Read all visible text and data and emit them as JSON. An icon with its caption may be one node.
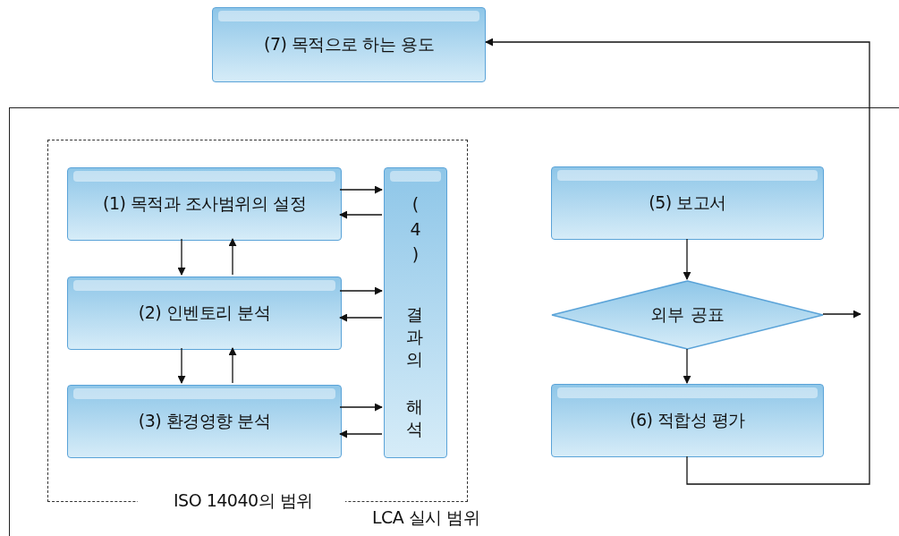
{
  "diagram": {
    "nodes": [
      {
        "text": [
          "LCA 실시 범위"
        ]
      },
      {
        "text": [
          "(7) 목적으로 하는 용도"
        ]
      },
      {
        "text": [
          "ISO 14040의 범위"
        ],
        "in": 0
      },
      {
        "text": [
          "(1) 목적과 조사범위의 설정"
        ],
        "in": 2
      },
      {
        "text": [
          "(2) 인벤토리 분석"
        ],
        "in": 2
      },
      {
        "text": [
          "(3) 환경영향 분석"
        ],
        "in": 2
      },
      {
        "text": [
          "(4) 결과의 해석"
        ],
        "in": 2
      },
      {
        "text": [
          "(5) 보고서"
        ],
        "in": 0
      },
      {
        "text": [
          "외부 공표"
        ],
        "in": 0
      },
      {
        "text": [
          "(6) 적합성 평가"
        ],
        "in": 0
      }
    ],
    "edges": [
      {
        "from": 3,
        "to": 6,
        "arrow": "to"
      },
      {
        "from": 6,
        "to": 3,
        "arrow": "to"
      },
      {
        "from": 4,
        "to": 6,
        "arrow": "to"
      },
      {
        "from": 6,
        "to": 4,
        "arrow": "to"
      },
      {
        "from": 5,
        "to": 6,
        "arrow": "to"
      },
      {
        "from": 6,
        "to": 5,
        "arrow": "to"
      },
      {
        "from": 3,
        "to": 4,
        "arrow": "to"
      },
      {
        "from": 4,
        "to": 3,
        "arrow": "to"
      },
      {
        "from": 4,
        "to": 5,
        "arrow": "to"
      },
      {
        "from": 5,
        "to": 4,
        "arrow": "to"
      },
      {
        "from": 7,
        "to": 8,
        "arrow": "to"
      },
      {
        "from": 8,
        "to": 9,
        "arrow": "to"
      },
      {
        "from": 8,
        "to": null,
        "arrow": "to"
      },
      {
        "from": 9,
        "to": 1,
        "arrow": "to"
      }
    ]
  }
}
